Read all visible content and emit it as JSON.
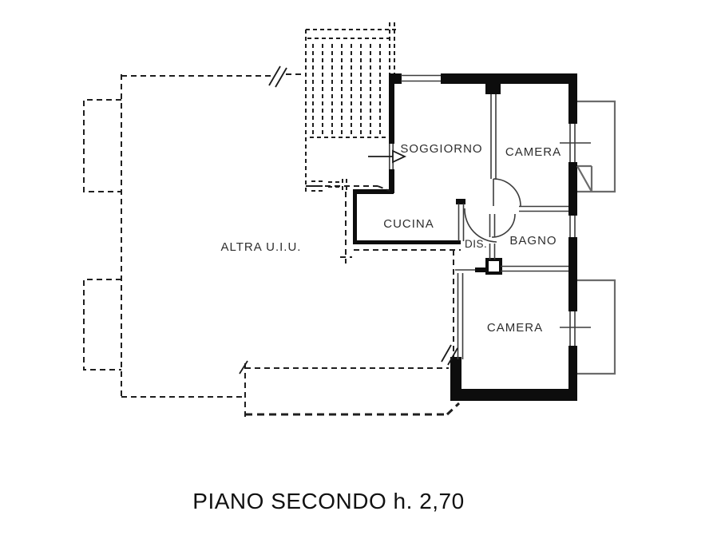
{
  "plan": {
    "caption": "PIANO SECONDO h. 2,70",
    "unit_label": "ALTRA U.I.U.",
    "rooms": {
      "soggiorno": "SOGGIORNO",
      "camera_top": "CAMERA",
      "cucina": "CUCINA",
      "dis": "DIS.",
      "bagno": "BAGNO",
      "camera_bottom": "CAMERA"
    },
    "colors": {
      "background": "#ffffff",
      "wall": "#0d0d0d",
      "thin_line": "#3c3c3c",
      "dashed_line": "#1f1f1f",
      "balcony_line": "#6b6b6b",
      "label_text": "#2e2e2e",
      "caption_text": "#111111"
    }
  }
}
